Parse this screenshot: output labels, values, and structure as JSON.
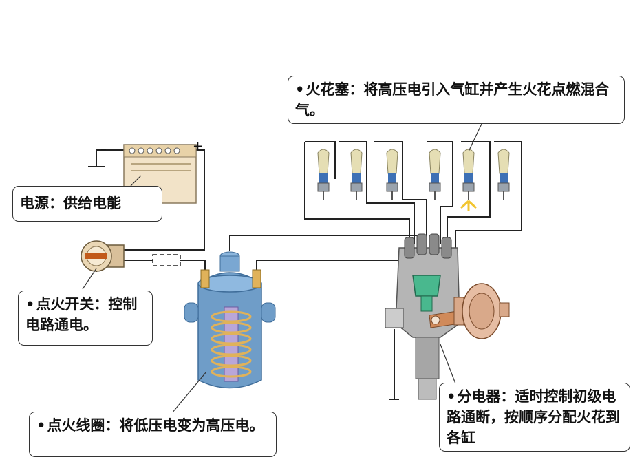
{
  "callouts": {
    "spark_plug": {
      "bullet": "•",
      "text": "火花塞：将高压电引入气缸并产生火花点燃混合气。"
    },
    "power": {
      "bullet": "",
      "text": "电源：供给电能"
    },
    "switch": {
      "bullet": "•",
      "text": "点火开关：控制电路通电。"
    },
    "coil": {
      "bullet": "•",
      "text": "点火线圈：将低压电变为高压电。"
    },
    "distributor": {
      "bullet": "•",
      "text": "分电器：适时控制初级电路通断，按顺序分配火花到各缸"
    }
  },
  "battery": {
    "minus": "–",
    "plus": "+"
  },
  "colors": {
    "wire": "#222222",
    "battery": "#f2e3c8",
    "coil_body": "#6f9dc8",
    "coil_core": "#b9a6d8",
    "winding": "#e0b25a",
    "distributor": "#b5b5b5",
    "rotor": "#49b88e",
    "vacuum": "#d9a98a",
    "spark": "#f2c530",
    "plug_cable": "#e5deb4"
  }
}
